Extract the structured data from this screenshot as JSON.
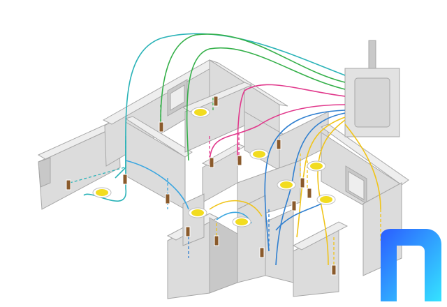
{
  "colors": {
    "wall_top": "#eeeeee",
    "wall_side": "#dcdcdc",
    "wall_dark": "#c8c8c8",
    "wall_stroke": "#a7a7a7",
    "panel_body": "#e2e2e2",
    "panel_door": "#d6d6d6",
    "conduit": "#c9c9c9",
    "outlet": "#8a5a2b",
    "light": "#f2dc1f",
    "light_rim": "#ffffff",
    "wire_teal": "#2bb3b8",
    "wire_green": "#35b04a",
    "wire_magenta": "#e1398c",
    "wire_blue": "#2f7fd0",
    "wire_yellow": "#f0c419",
    "wire_cyan": "#3aa6e0",
    "logo_from": "#2b5cff",
    "logo_to": "#35e3ff"
  },
  "diagram": {
    "subject": "house-wiring-isometric",
    "nodes": [
      {
        "id": "panel",
        "kind": "electrical-panel-icon"
      },
      {
        "id": "l1",
        "kind": "ceiling-light-icon"
      },
      {
        "id": "l2",
        "kind": "ceiling-light-icon"
      },
      {
        "id": "l3",
        "kind": "ceiling-light-icon"
      },
      {
        "id": "l4",
        "kind": "ceiling-light-icon"
      },
      {
        "id": "l5",
        "kind": "ceiling-light-icon"
      },
      {
        "id": "l6",
        "kind": "ceiling-light-icon"
      },
      {
        "id": "l7",
        "kind": "ceiling-light-icon"
      },
      {
        "id": "l8",
        "kind": "ceiling-light-icon"
      },
      {
        "id": "l9",
        "kind": "ceiling-light-icon"
      }
    ],
    "wires": [
      {
        "id": "w1",
        "color": "wire_teal",
        "from": "panel",
        "to": "l1"
      },
      {
        "id": "w2",
        "color": "wire_green",
        "from": "panel",
        "to": "l2"
      },
      {
        "id": "w3",
        "color": "wire_green",
        "from": "panel",
        "to": "l3"
      },
      {
        "id": "w4",
        "color": "wire_magenta",
        "from": "panel",
        "to": "l4"
      },
      {
        "id": "w5",
        "color": "wire_magenta",
        "from": "panel",
        "to": "l5"
      },
      {
        "id": "w6",
        "color": "wire_blue",
        "from": "panel",
        "to": "l6"
      },
      {
        "id": "w7",
        "color": "wire_yellow",
        "from": "panel",
        "to": "l7"
      },
      {
        "id": "w8",
        "color": "wire_yellow",
        "from": "panel",
        "to": "l8"
      },
      {
        "id": "w9",
        "color": "wire_cyan",
        "from": "panel",
        "to": "l9"
      }
    ]
  },
  "logo": {
    "icon": "n-logo-icon"
  }
}
